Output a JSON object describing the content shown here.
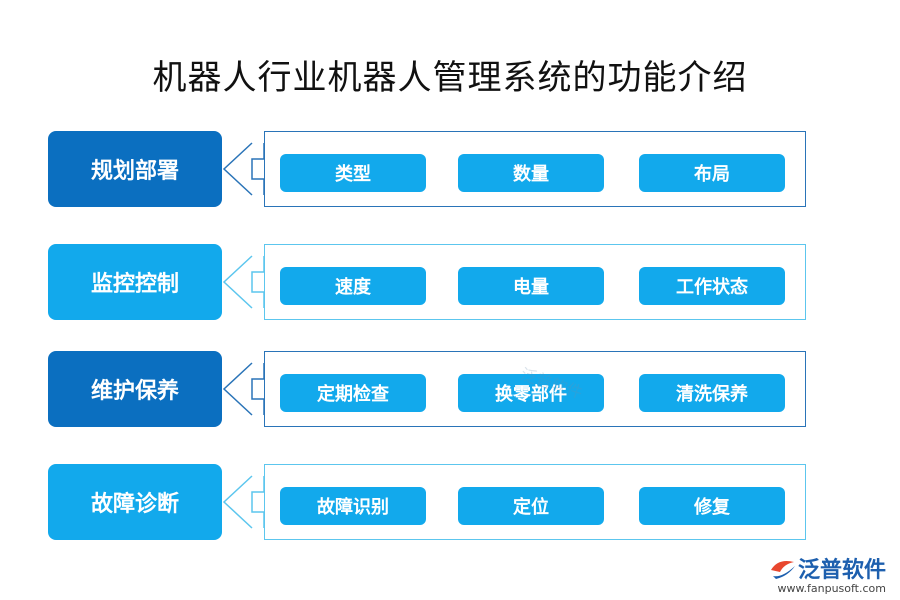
{
  "title": "机器人行业机器人管理系统的功能介绍",
  "rows": [
    {
      "category": "规划部署",
      "items": [
        "类型",
        "数量",
        "布局"
      ],
      "style": "dark"
    },
    {
      "category": "监控控制",
      "items": [
        "速度",
        "电量",
        "工作状态"
      ],
      "style": "light"
    },
    {
      "category": "维护保养",
      "items": [
        "定期检查",
        "换零部件",
        "清洗保养"
      ],
      "style": "dark"
    },
    {
      "category": "故障诊断",
      "items": [
        "故障识别",
        "定位",
        "修复"
      ],
      "style": "light"
    }
  ],
  "watermark": "泛普软件",
  "logo": {
    "name": "泛普软件",
    "url": "www.fanpusoft.com"
  },
  "colors": {
    "dark_blue": "#0b6fc0",
    "light_blue": "#12a9ec",
    "border_dark": "#2a74b8",
    "border_light": "#5cc6ee"
  }
}
